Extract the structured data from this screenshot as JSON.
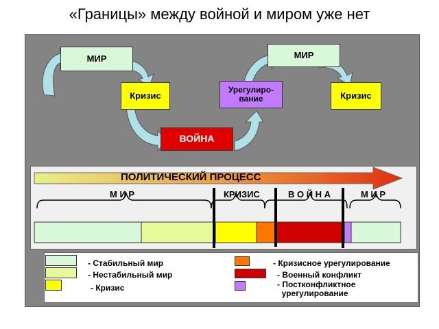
{
  "title": "«Границы» между войной и миром уже нет",
  "cycle": {
    "mir1": "МИР",
    "crisis1": "Кризис",
    "war": "ВОЙНА",
    "settlement": "Урегулиро-\nвание",
    "mir2": "МИР",
    "crisis2": "Кризис"
  },
  "process": {
    "arrow_label": "ПОЛИТИЧЕСКИЙ ПРОЦЕСС",
    "phases": [
      "М И Р",
      "КРИЗИС",
      "В О Й Н А",
      "М И Р"
    ]
  },
  "legend": {
    "stable": "- Стабильный мир",
    "unstable": "- Нестабильный мир",
    "crisis": "- Кризис",
    "crisis_settlement": "- Кризисное урегулирование",
    "military": "- Военный конфликт",
    "post_conflict": "- Постконфликтное\n  урегулирование"
  },
  "colors": {
    "stable": "#d9f7d9",
    "unstable": "#e6fa9a",
    "crisis": "#ffff00",
    "crisis_settlement": "#ff7700",
    "military": "#d00000",
    "post_conflict": "#c27bff"
  }
}
